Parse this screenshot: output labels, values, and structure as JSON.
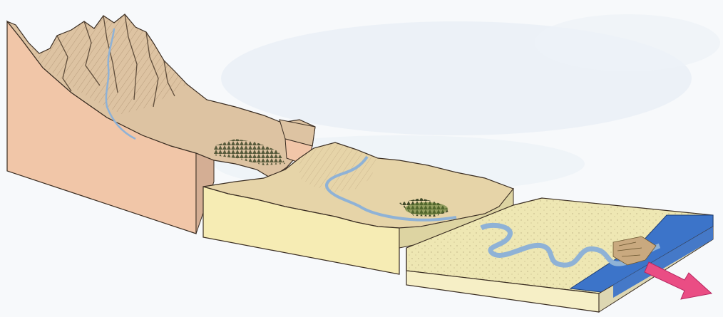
{
  "diagram": {
    "stages": [
      "mountain",
      "valley",
      "plain"
    ],
    "arrow_direction": "outflow to sea",
    "colors": {
      "background_mottle": "#e7eef5",
      "mountain_face": "#f1c6a8",
      "mountain_top": "#ddc3a2",
      "rock_shadow": "#c9a97f",
      "valley_face": "#f6ecb4",
      "valley_top": "#e6d4a8",
      "plain_face": "#f6efc6",
      "plain_top": "#eee7b3",
      "river": "#8fb2d6",
      "sea": "#3c74c9",
      "trees": "#5c7a2e",
      "arrow": "#ea4d84",
      "outline": "#3a2d22"
    }
  }
}
